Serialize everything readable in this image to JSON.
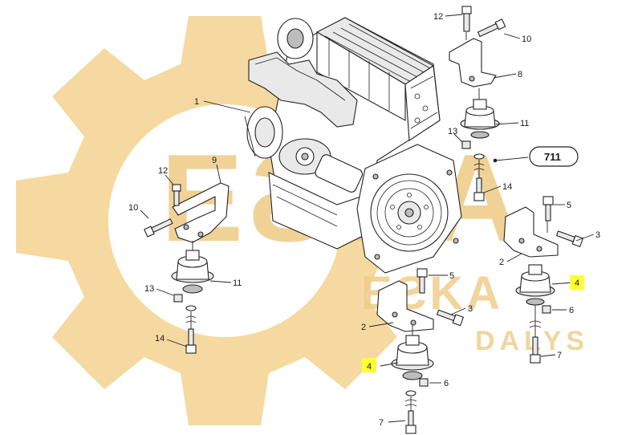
{
  "watermark": {
    "brand": "EƧKA",
    "brand_small": "EƧKA",
    "subtitle": "DALYS",
    "color": "#f6d9a0",
    "color_dark": "#eecb85"
  },
  "colors": {
    "line": "#222222",
    "highlight": "#ffff33"
  },
  "callouts": {
    "c1": "1",
    "c2a": "2",
    "c2b": "2",
    "c3a": "3",
    "c3b": "3",
    "c4a": "4",
    "c4b": "4",
    "c5a": "5",
    "c5b": "5",
    "c6a": "6",
    "c6b": "6",
    "c7a": "7",
    "c7b": "7",
    "c8": "8",
    "c9": "9",
    "c10a": "10",
    "c10b": "10",
    "c11a": "11",
    "c11b": "11",
    "c12a": "12",
    "c12b": "12",
    "c13a": "13",
    "c13b": "13",
    "c14a": "14",
    "c14b": "14"
  },
  "reference": {
    "label": "711"
  },
  "icons": {
    "engine": "engine-drawing",
    "mount": "engine-mount-rubber",
    "bracket": "mounting-bracket",
    "bolt": "hex-bolt",
    "nut": "hex-nut",
    "washer": "washer"
  }
}
